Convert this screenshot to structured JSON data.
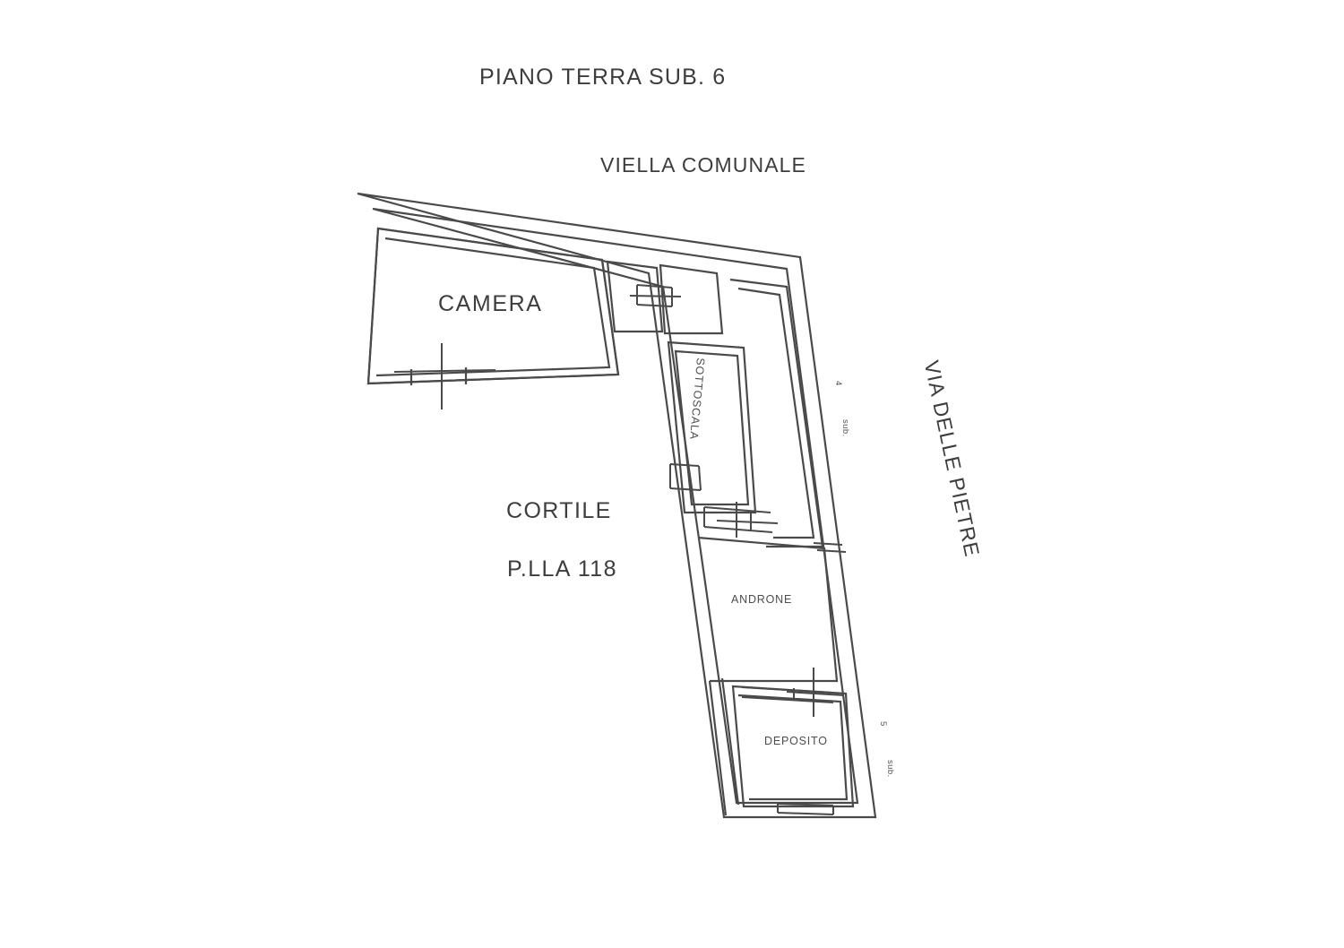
{
  "document": {
    "type": "cadastral-floor-plan",
    "title": "PIANO TERRA SUB. 6",
    "background_color": "#ffffff",
    "line_color": "#4a4a4a"
  },
  "streets": {
    "top": "VIELLA COMUNALE",
    "right": "VIA DELLE PIETRE"
  },
  "courtyard": {
    "label": "CORTILE",
    "parcel": "P.LLA 118"
  },
  "rooms": [
    {
      "id": "camera",
      "label": "CAMERA"
    },
    {
      "id": "sottoscala",
      "label": "SOTTOSCALA"
    },
    {
      "id": "androne",
      "label": "ANDRONE"
    },
    {
      "id": "deposito",
      "label": "DEPOSITO"
    }
  ],
  "subunit_markers": [
    {
      "id": "sub-4",
      "number": "4",
      "abbrev": "sub."
    },
    {
      "id": "sub-5",
      "number": "5",
      "abbrev": "sub."
    }
  ]
}
